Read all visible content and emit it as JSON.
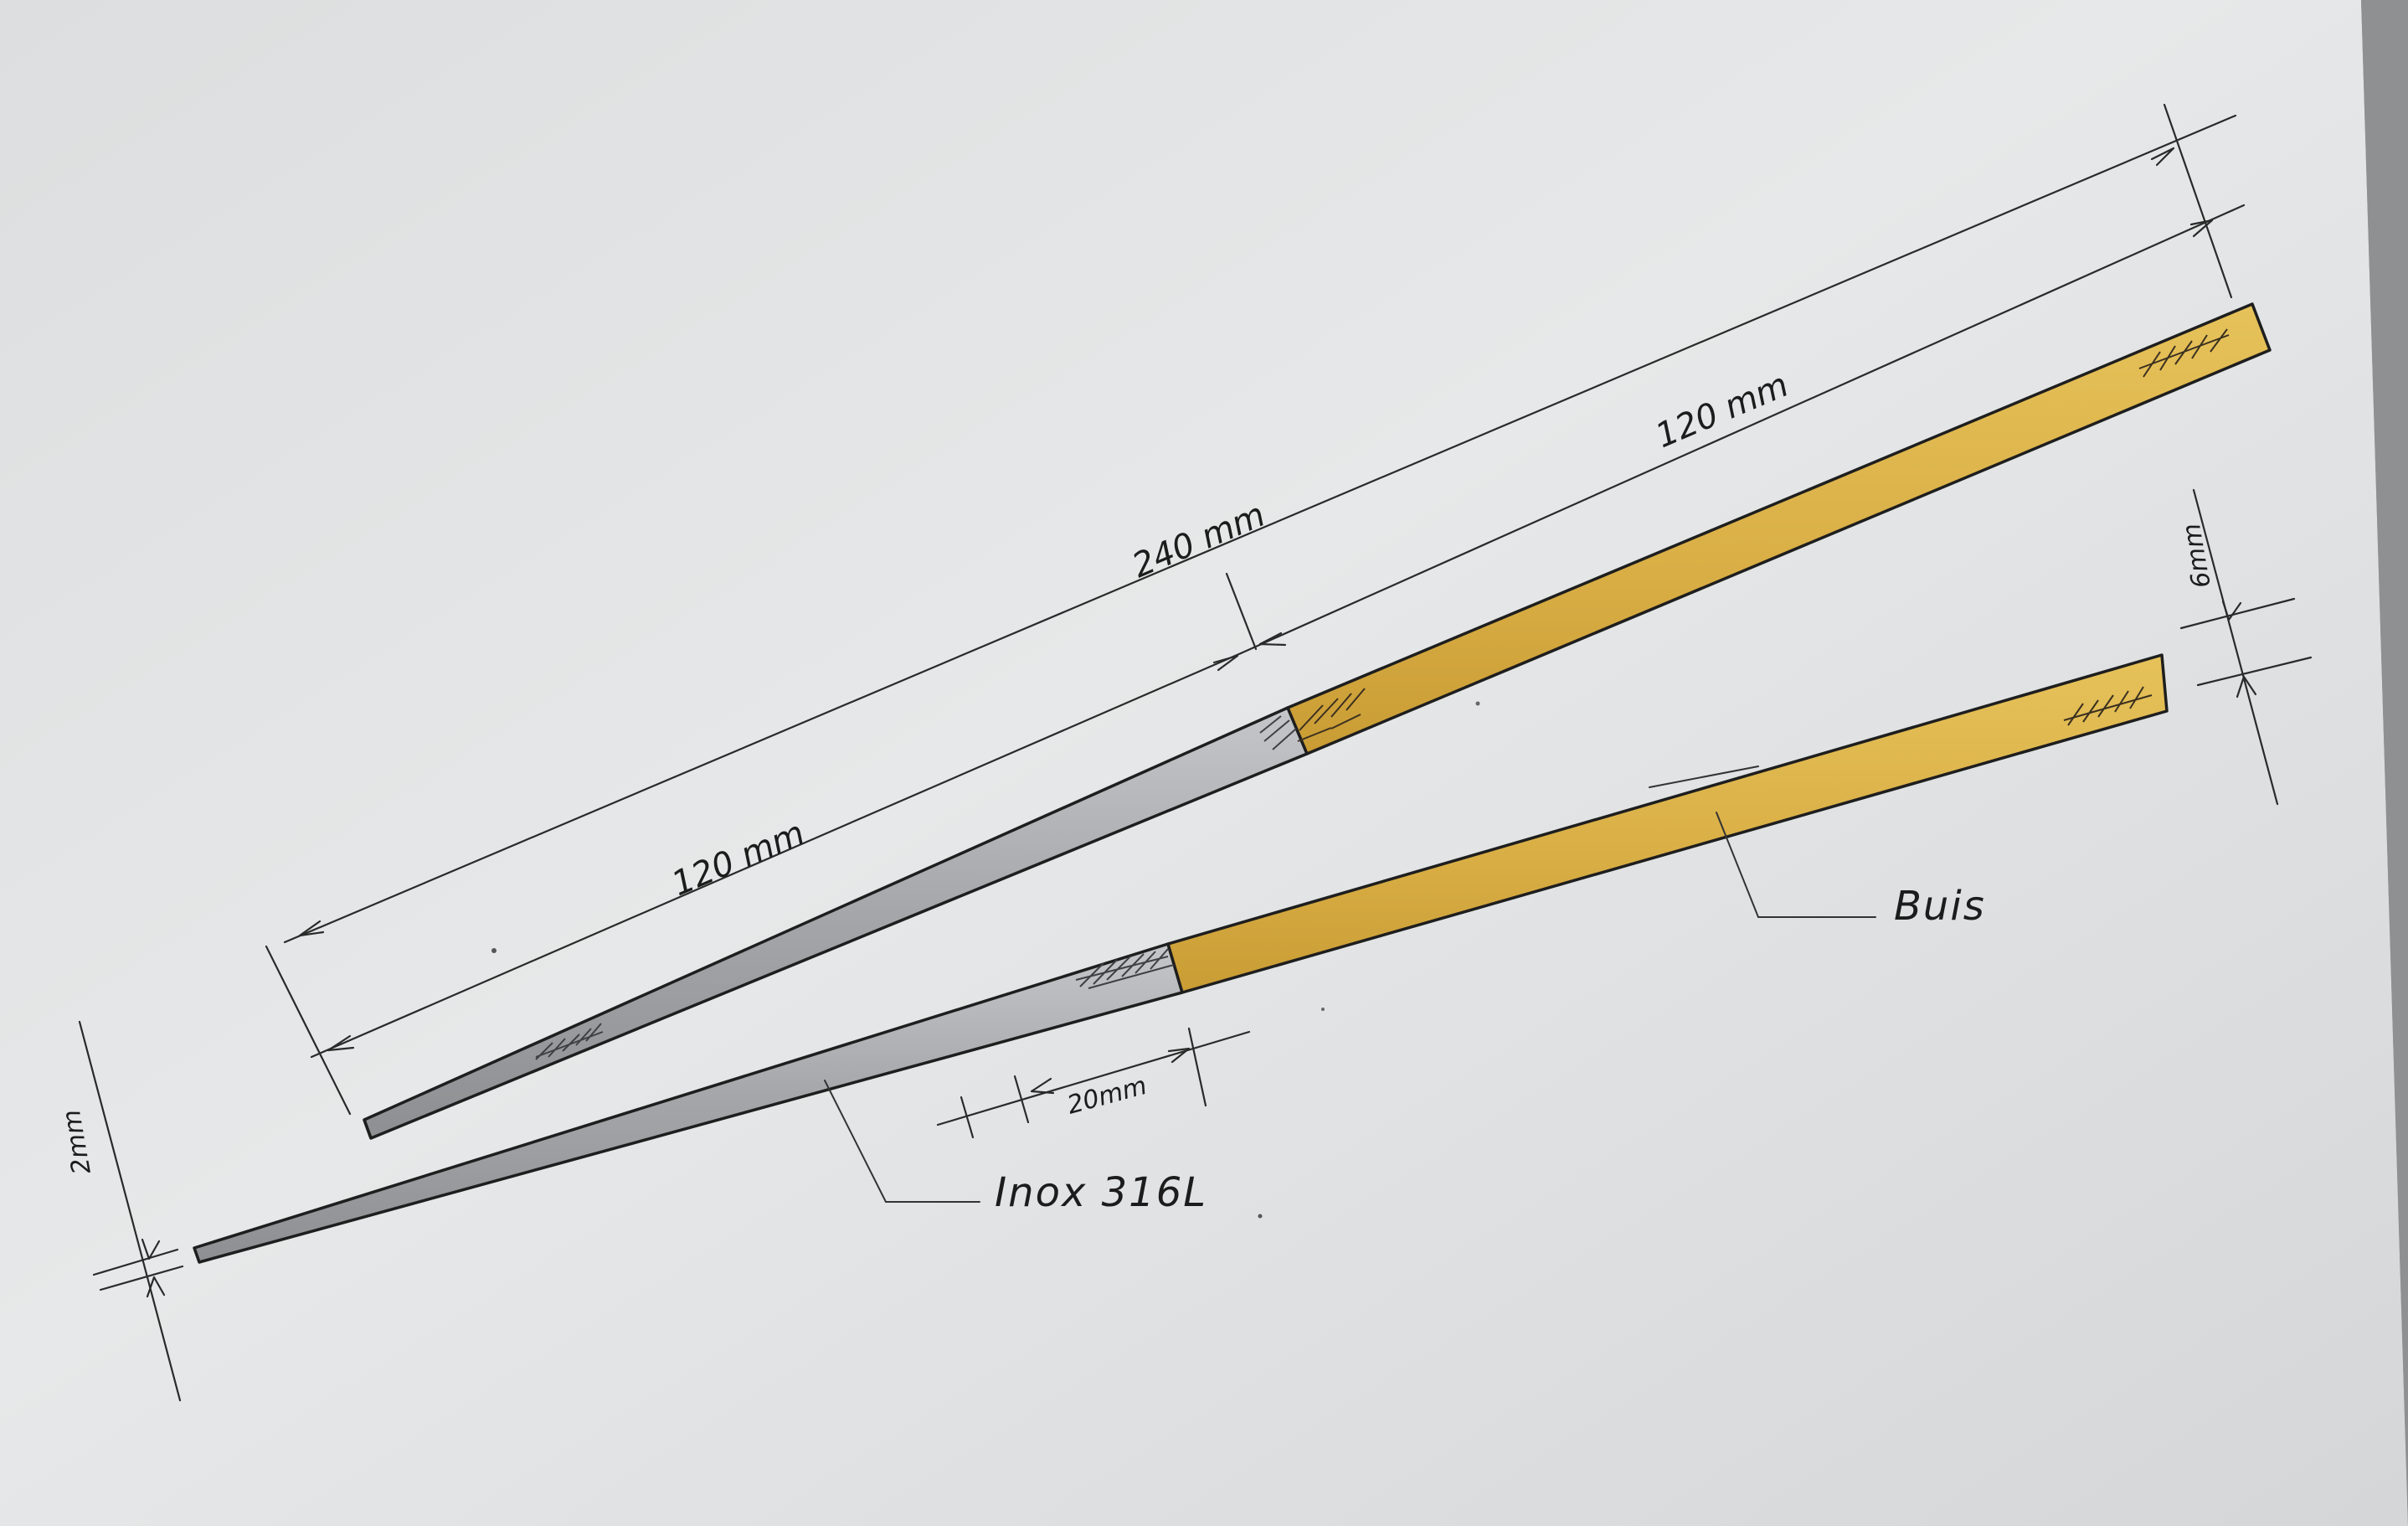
{
  "drawing": {
    "dimensions": {
      "overall_length": "240 mm",
      "metal_length": "120 mm",
      "wood_length": "120 mm",
      "joint_length": "20mm",
      "tip_width": "2mm",
      "end_width": "6mm"
    },
    "materials": {
      "metal": "Inox 316L",
      "wood": "Buis"
    },
    "colors": {
      "paper": "#e3e5e6",
      "steel": "#a9abae",
      "wood": "#dcb44c",
      "ink": "#1e1e1e"
    }
  }
}
